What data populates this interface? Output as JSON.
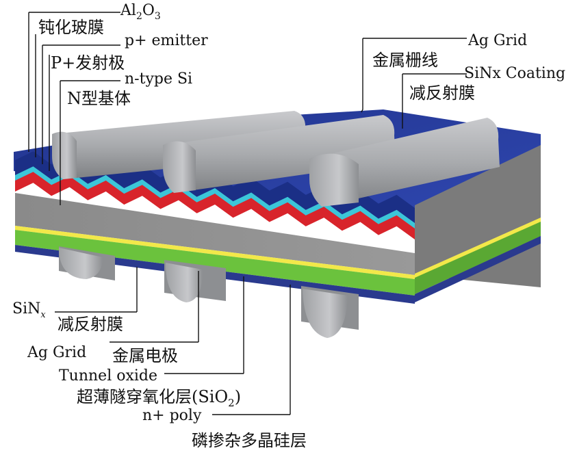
{
  "labels": {
    "al2o3": {
      "base": "Al",
      "sub1": "2",
      "mid": "O",
      "sub2": "3"
    },
    "passivation_cn": "钝化玻膜",
    "p_emitter": "p+ emitter",
    "p_emitter_cn": "P+发射极",
    "n_type_si": "n-type Si",
    "n_base_cn": "N型基体",
    "ag_grid_top": "Ag Grid",
    "ag_grid_top_cn": "金属栅线",
    "sinx_coating": "SiNx Coating",
    "sinx_coating_cn": "减反射膜",
    "sinx_bottom": {
      "base": "SiN",
      "sub": "x"
    },
    "sinx_bottom_cn": "减反射膜",
    "ag_grid_bottom": "Ag Grid",
    "ag_grid_bottom_cn": "金属电极",
    "tunnel_oxide": "Tunnel oxide",
    "tunnel_oxide_cn": {
      "base": "超薄隧穿氧化层(SiO",
      "sub": "2",
      "tail": ")"
    },
    "n_poly": "n+ poly",
    "n_poly_cn": "磷掺杂多晶硅层"
  },
  "colors": {
    "silicon_gray": "#8e8e8e",
    "dark_blue": "#1b2f86",
    "cyan": "#3cc6d8",
    "red": "#d8242b",
    "green": "#6bc23d",
    "yellow": "#f2e84a",
    "bottom_blue": "#2a3a8e",
    "finger_gray": "#a7a9ac"
  }
}
